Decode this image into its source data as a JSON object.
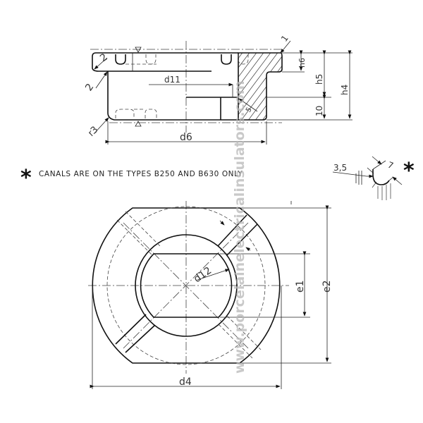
{
  "drawing": {
    "side_view": {
      "labels": {
        "d11": "d11",
        "d6": "d6",
        "h4": "h4",
        "h5": "h5",
        "h6": "h6",
        "dim_10": "10",
        "r1": "1",
        "r2_top": "2",
        "r2_side": "2",
        "r3": "r3",
        "r5": "5"
      }
    },
    "note": {
      "asterisk": "*",
      "text": "CANALS ARE ON THE TYPES B250 AND B630 ONLY"
    },
    "canal_detail": {
      "dim_3_5": "3,5",
      "dim_7": "7",
      "asterisk": "*"
    },
    "plan_view": {
      "labels": {
        "d12": "d12",
        "e1": "e1",
        "e2": "e2",
        "d4": "d4"
      }
    },
    "watermark": "www.porcelainelectricalinsulators.com"
  }
}
